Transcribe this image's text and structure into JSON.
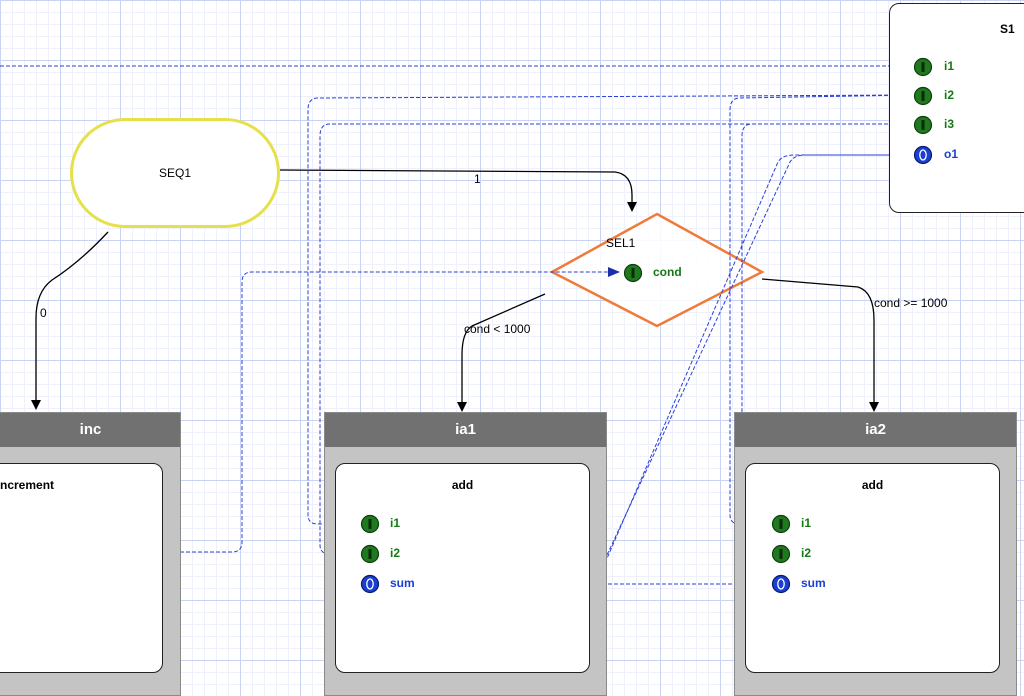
{
  "diagram": {
    "seq": {
      "name": "SEQ1"
    },
    "sel": {
      "name": "SEL1",
      "port": "cond"
    },
    "edges": {
      "seq_to_sel": "1",
      "seq_to_inc": "0",
      "sel_to_ia1": "cond < 1000",
      "sel_to_ia2": "cond >= 1000"
    },
    "s1": {
      "title": "S1",
      "ports": [
        "i1",
        "i2",
        "i3",
        "o1"
      ]
    },
    "inc": {
      "header": "inc",
      "title": "ncrement"
    },
    "ia1": {
      "header": "ia1",
      "title": "add",
      "ports": [
        "i1",
        "i2",
        "sum"
      ]
    },
    "ia2": {
      "header": "ia2",
      "title": "add",
      "ports": [
        "i1",
        "i2",
        "sum"
      ]
    }
  },
  "colors": {
    "input_port": "#1f7a1f",
    "output_port": "#1a3fd1",
    "sequence_border": "#e6e04a",
    "selector_border": "#f07a3a",
    "dataflow_line": "#2b3fd6",
    "grid": "#c9d3f3"
  },
  "icons": {
    "input_port": "green-input-port-icon",
    "output_port": "blue-output-port-icon"
  }
}
